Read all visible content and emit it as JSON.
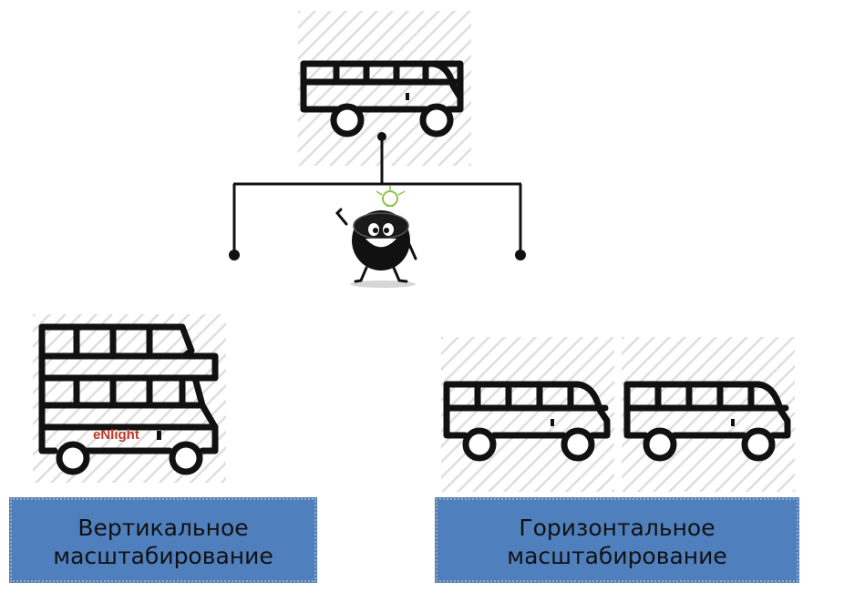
{
  "labels": {
    "vertical": "Вертикальное масштабирование",
    "horizontal": "Горизонтальное масштабирование"
  },
  "logo_text": "eNlight",
  "colors": {
    "label_bg": "#4f7fbd",
    "label_border": "#9aa7b6",
    "line": "#111111",
    "hatch": "#dcdcdc",
    "logo_text": "#c0392b",
    "bulb": "#8bc34a"
  },
  "icons": [
    "bus-icon",
    "double-decker-bus-icon",
    "mascot-icon",
    "lightbulb-icon"
  ]
}
